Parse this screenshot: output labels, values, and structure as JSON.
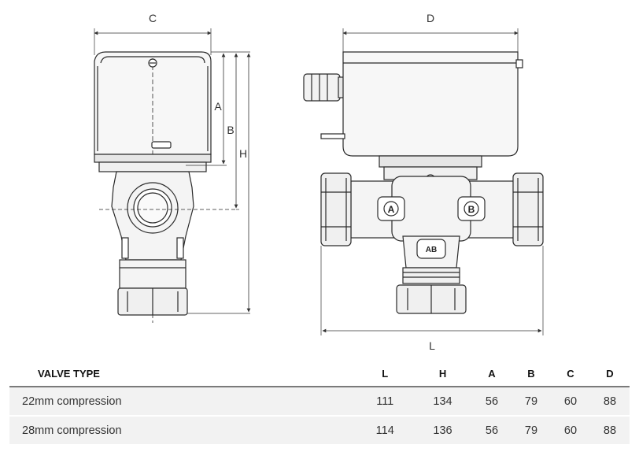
{
  "dimension_labels": {
    "C": "C",
    "D": "D",
    "A": "A",
    "B": "B",
    "H": "H",
    "L": "L"
  },
  "port_labels": {
    "a": "A",
    "b": "B",
    "ab": "AB"
  },
  "table": {
    "headers": [
      "VALVE TYPE",
      "L",
      "H",
      "A",
      "B",
      "C",
      "D"
    ],
    "rows": [
      [
        "22mm compression",
        "111",
        "134",
        "56",
        "79",
        "60",
        "88"
      ],
      [
        "28mm compression",
        "114",
        "136",
        "56",
        "79",
        "60",
        "88"
      ]
    ]
  },
  "colors": {
    "line": "#2a2a2a",
    "fill_light": "#f4f4f4",
    "row_bg": "#f2f2f2",
    "rule": "#7a7a7a"
  }
}
